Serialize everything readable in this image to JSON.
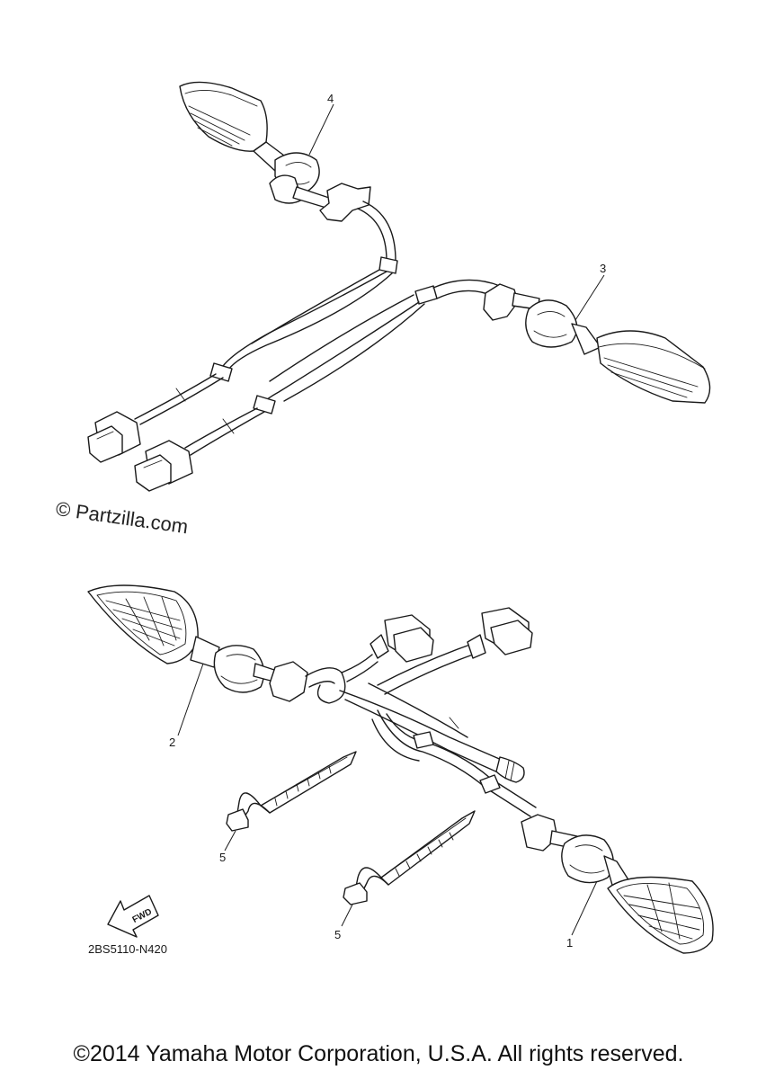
{
  "callouts": {
    "c1": "1",
    "c2": "2",
    "c3": "3",
    "c4": "4",
    "c5a": "5",
    "c5b": "5"
  },
  "fwd_label": "FWD",
  "reference_code": "2BS5110-N420",
  "watermark": "© Partzilla.com",
  "copyright": "©2014 Yamaha Motor Corporation, U.S.A. All rights reserved."
}
